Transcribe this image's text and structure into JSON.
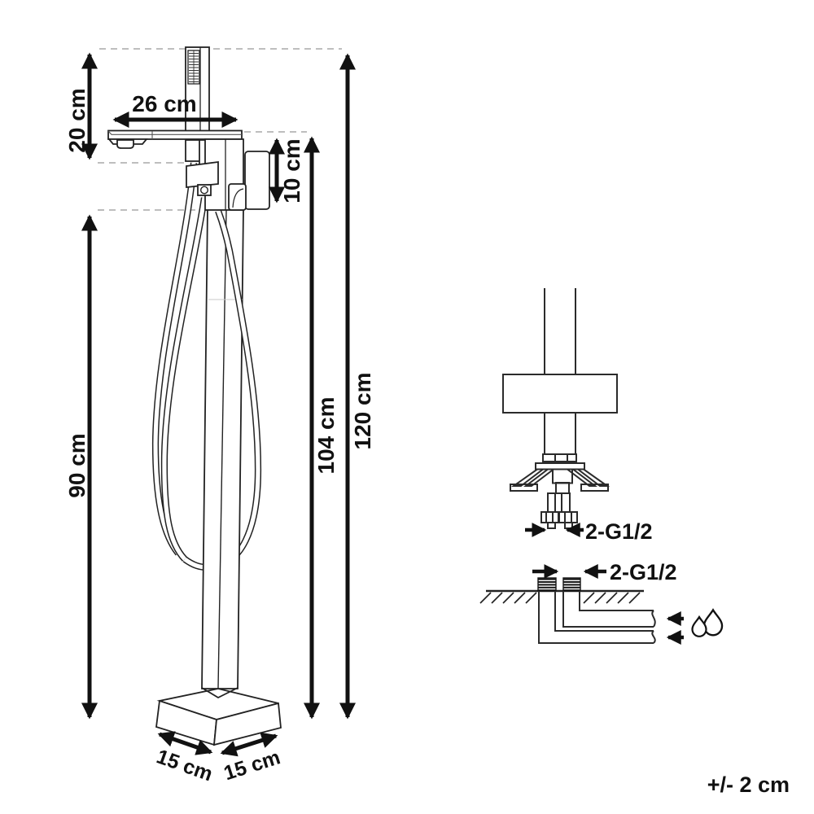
{
  "page": {
    "background": "#ffffff"
  },
  "diagram": {
    "line_color": "#222222",
    "dash_color": "#a8a8a8",
    "arrow_color": "#111111",
    "faucet_view": {
      "labels": {
        "shower_height": "20 cm",
        "spout_reach": "26 cm",
        "body_drop": "10 cm",
        "hose_clearance": "90 cm",
        "spout_height": "104 cm",
        "total_height": "120 cm",
        "base_width": "15 cm",
        "base_depth": "15 cm"
      }
    },
    "mounting_detail": {
      "connection_label": "2-G1/2"
    },
    "floor_detail": {
      "connection_label": "2-G1/2"
    },
    "tolerance": "+/- 2 cm",
    "icons": {
      "water_drops": "water-drops-icon"
    }
  }
}
